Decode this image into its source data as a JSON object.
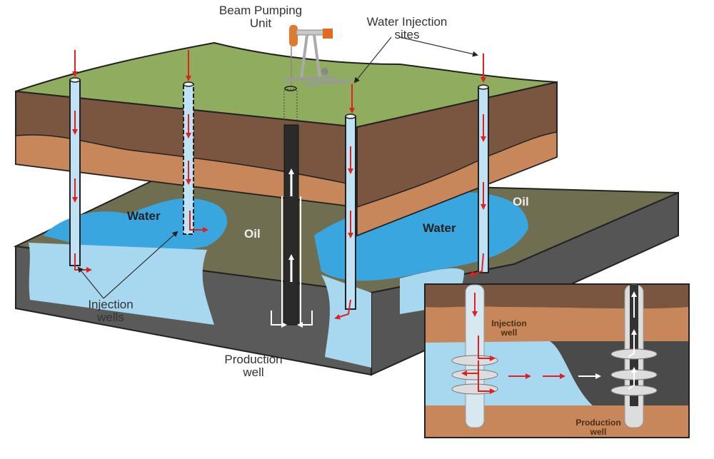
{
  "title": "Water injection oil recovery diagram",
  "labels": {
    "beam_pumping_unit": "Beam Pumping Unit",
    "water_injection_sites": "Water Injection sites",
    "injection_wells": "Injection wells",
    "production_well": "Production well",
    "water_left": "Water",
    "water_right": "Water",
    "oil_center": "Oil",
    "oil_right": "Oil",
    "inset_injection_well": "Injection well",
    "inset_production_well": "Production well"
  },
  "colors": {
    "grass": "#8fac5f",
    "topsoil": "#7a5640",
    "clay": "#c8875a",
    "oil_rock": "#6f6e50",
    "shale": "#5a5a5a",
    "water_light": "#a8d8f0",
    "water_dark": "#3aa6e0",
    "arrow_red": "#e02020",
    "outline": "#222222"
  }
}
